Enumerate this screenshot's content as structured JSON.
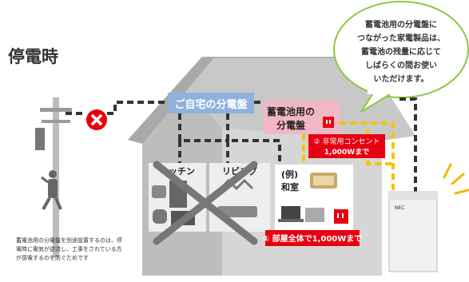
{
  "title": "停電時",
  "bubble": {
    "line1": "蓄電池用の分電盤に",
    "line2": "つながった家電製品は、",
    "line3": "蓄電池の残量に応じて",
    "line4": "しばらくの間お使い",
    "line5": "いただけます。"
  },
  "home_panel_label": "ご自宅の分電盤",
  "battery_panel": {
    "line1": "蓄電池用の",
    "line2": "分電盤"
  },
  "emergency_outlet": {
    "line1": "② 非常用コンセント",
    "line2": "1,000Wまで"
  },
  "rooms": {
    "kitchen": "キッチン",
    "living": "リビング",
    "example": "(例)",
    "washitsu": "和室"
  },
  "whole_room_limit": "① 部屋全体で1,000Wまで",
  "battery_brand": "NEC",
  "note": {
    "line1": "蓄電池用の分電盤を別途設置するのは、停",
    "line2": "電時に電気が逆流し、工事をされている方",
    "line3": "が感電するのを防ぐためです"
  },
  "colors": {
    "house_gray": "#c8c8c8",
    "panel_blue": "#8fb2dd",
    "panel_pink": "#f2b7c5",
    "accent_red": "#e60012",
    "wire_dark": "#333333",
    "wire_yellow": "#f5c400",
    "bubble_green": "#8fc63f"
  },
  "icons": [
    "power-pole-icon",
    "worker-icon",
    "x-mark-icon",
    "toaster-icon",
    "fridge-icon",
    "rice-cooker-icon",
    "microwave-icon",
    "chandelier-icon",
    "air-conditioner-icon",
    "ceiling-light-icon",
    "laptop-icon",
    "outlet-icon",
    "battery-unit-icon",
    "sun-rays-icon"
  ]
}
